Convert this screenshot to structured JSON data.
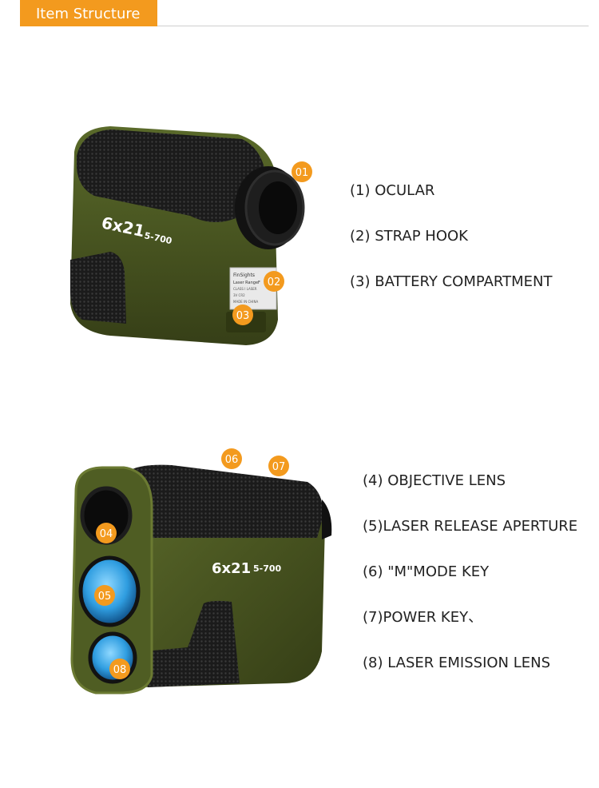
{
  "header": {
    "title": "Item Structure"
  },
  "colors": {
    "accent": "#f39a1e",
    "body_green": "#46521f",
    "rubber": "#1c1c1c",
    "lens_blue": "#3aa9e8"
  },
  "device_top": {
    "model": "6x21",
    "range": "5-700",
    "sticker_lines": [
      "FinSights",
      "Laser RangeF",
      "CLASS I LASER",
      "3V CR2",
      "MADE IN CHINA"
    ],
    "markers": [
      "01",
      "02",
      "03"
    ]
  },
  "device_bottom": {
    "model": "6x21",
    "range": "5-700",
    "markers": [
      "04",
      "05",
      "06",
      "07",
      "08"
    ]
  },
  "parts_top": [
    "(1) OCULAR",
    "(2) STRAP HOOK",
    "(3) BATTERY COMPARTMENT"
  ],
  "parts_bottom": [
    "(4) OBJECTIVE LENS",
    "(5)LASER RELEASE APERTURE",
    "(6) \"M\"MODE KEY",
    "(7)POWER KEY、",
    "(8) LASER EMISSION LENS"
  ]
}
